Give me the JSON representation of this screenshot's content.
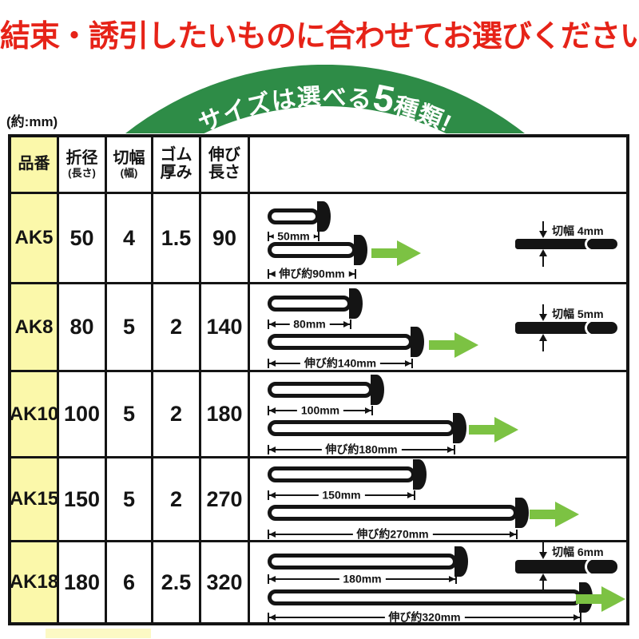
{
  "title": "結束・誘引したいものに合わせてお選びください",
  "arch": {
    "pre": "サイズは選べる",
    "num": "5",
    "post": "種類!"
  },
  "unit_note": "(約:mm)",
  "table": {
    "headers": {
      "part": "品番",
      "fold": "折径",
      "fold_sub": "(長さ)",
      "cut": "切幅",
      "cut_sub": "(幅)",
      "thick1": "ゴム",
      "thick2": "厚み",
      "stretch1": "伸び",
      "stretch2": "長さ"
    },
    "rows": [
      {
        "part": "AK5",
        "fold": "50",
        "cut": "4",
        "thick": "1.5",
        "stretch": "90",
        "len_label": "50mm",
        "stretch_label": "伸び約90mm",
        "cut_label": "切幅 4mm"
      },
      {
        "part": "AK8",
        "fold": "80",
        "cut": "5",
        "thick": "2",
        "stretch": "140",
        "len_label": "80mm",
        "stretch_label": "伸び約140mm",
        "cut_label": "切幅 5mm"
      },
      {
        "part": "AK10",
        "fold": "100",
        "cut": "5",
        "thick": "2",
        "stretch": "180",
        "len_label": "100mm",
        "stretch_label": "伸び約180mm"
      },
      {
        "part": "AK15",
        "fold": "150",
        "cut": "5",
        "thick": "2",
        "stretch": "270",
        "len_label": "150mm",
        "stretch_label": "伸び約270mm"
      },
      {
        "part": "AK18",
        "fold": "180",
        "cut": "6",
        "thick": "2.5",
        "stretch": "320",
        "len_label": "180mm",
        "stretch_label": "伸び約320mm",
        "cut_label": "切幅 6mm"
      }
    ]
  },
  "colors": {
    "title_red": "#e62318",
    "arch_green": "#2e8c47",
    "arrow_green": "#7cc243",
    "row_yellow": "#fbf8aa",
    "ink_black": "#141414"
  }
}
